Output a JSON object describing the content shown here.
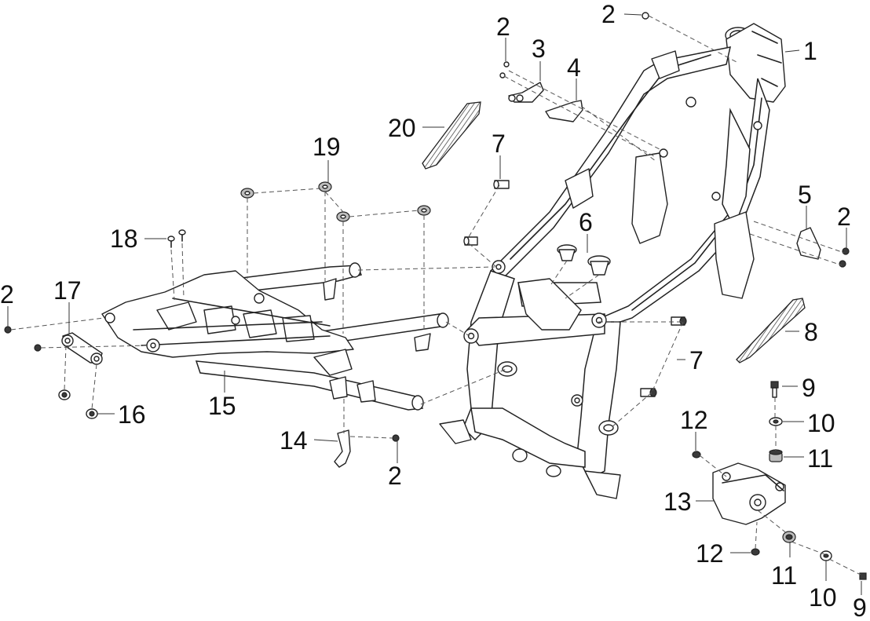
{
  "callouts": {
    "c1": "1",
    "c2a": "2",
    "c2b": "2",
    "c2c": "2",
    "c2d": "2",
    "c2e": "2",
    "c3": "3",
    "c4": "4",
    "c5": "5",
    "c6": "6",
    "c7a": "7",
    "c7b": "7",
    "c8": "8",
    "c9a": "9",
    "c9b": "9",
    "c10a": "10",
    "c10b": "10",
    "c11a": "11",
    "c11b": "11",
    "c12a": "12",
    "c12b": "12",
    "c13": "13",
    "c14": "14",
    "c15": "15",
    "c16": "16",
    "c17": "17",
    "c18": "18",
    "c19": "19",
    "c20": "20"
  }
}
